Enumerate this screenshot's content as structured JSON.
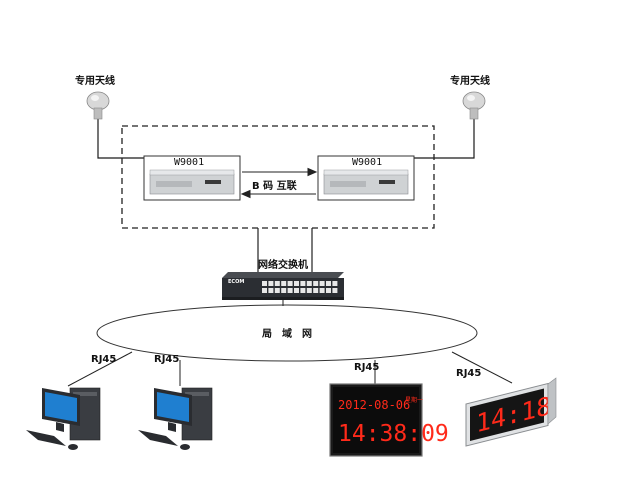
{
  "antenna_left": {
    "label": "专用天线"
  },
  "antenna_right": {
    "label": "专用天线"
  },
  "server_left": {
    "model": "W9001"
  },
  "server_right": {
    "model": "W9001"
  },
  "interconnect": {
    "label": "B 码 互联"
  },
  "switch": {
    "label": "网络交换机",
    "brand": "ECOM"
  },
  "lan": {
    "label": "局　域　网"
  },
  "clients": [
    {
      "port": "RJ45"
    },
    {
      "port": "RJ45"
    }
  ],
  "clock_large": {
    "port": "RJ45",
    "date": "2012-08-06",
    "weekday": "星期一",
    "time": "14:38:09"
  },
  "clock_small": {
    "port": "RJ45",
    "time": "14:18"
  },
  "colors": {
    "wire": "#1a1a1a",
    "digit": "#ff2a1a",
    "monitor_screen": "#1f7fd0"
  }
}
